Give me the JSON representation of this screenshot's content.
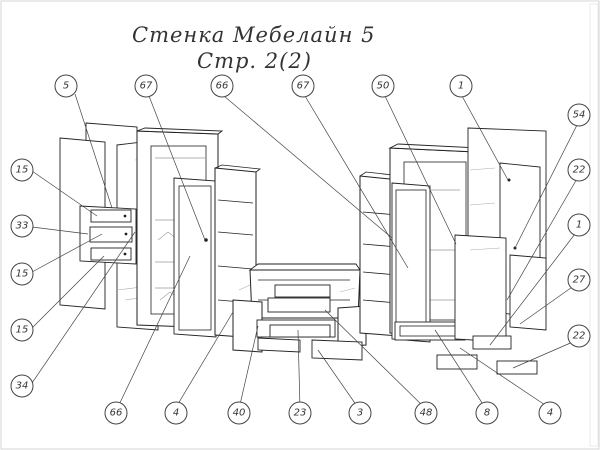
{
  "title": {
    "line1": "Стенка Мебелайн 5",
    "line2": "Стр. 2(2)"
  },
  "callouts": [
    {
      "id": "c1",
      "label": "5"
    },
    {
      "id": "c2",
      "label": "67"
    },
    {
      "id": "c3",
      "label": "66"
    },
    {
      "id": "c4",
      "label": "67"
    },
    {
      "id": "c5",
      "label": "50"
    },
    {
      "id": "c6",
      "label": "1"
    },
    {
      "id": "c7",
      "label": "54"
    },
    {
      "id": "c8",
      "label": "22"
    },
    {
      "id": "c9",
      "label": "1"
    },
    {
      "id": "c10",
      "label": "27"
    },
    {
      "id": "c11",
      "label": "22"
    },
    {
      "id": "c12",
      "label": "15"
    },
    {
      "id": "c13",
      "label": "33"
    },
    {
      "id": "c14",
      "label": "15"
    },
    {
      "id": "c15",
      "label": "15"
    },
    {
      "id": "c16",
      "label": "34"
    },
    {
      "id": "c17",
      "label": "66"
    },
    {
      "id": "c18",
      "label": "4"
    },
    {
      "id": "c19",
      "label": "40"
    },
    {
      "id": "c20",
      "label": "23"
    },
    {
      "id": "c21",
      "label": "3"
    },
    {
      "id": "c22",
      "label": "48"
    },
    {
      "id": "c23",
      "label": "8"
    },
    {
      "id": "c24",
      "label": "4"
    }
  ]
}
